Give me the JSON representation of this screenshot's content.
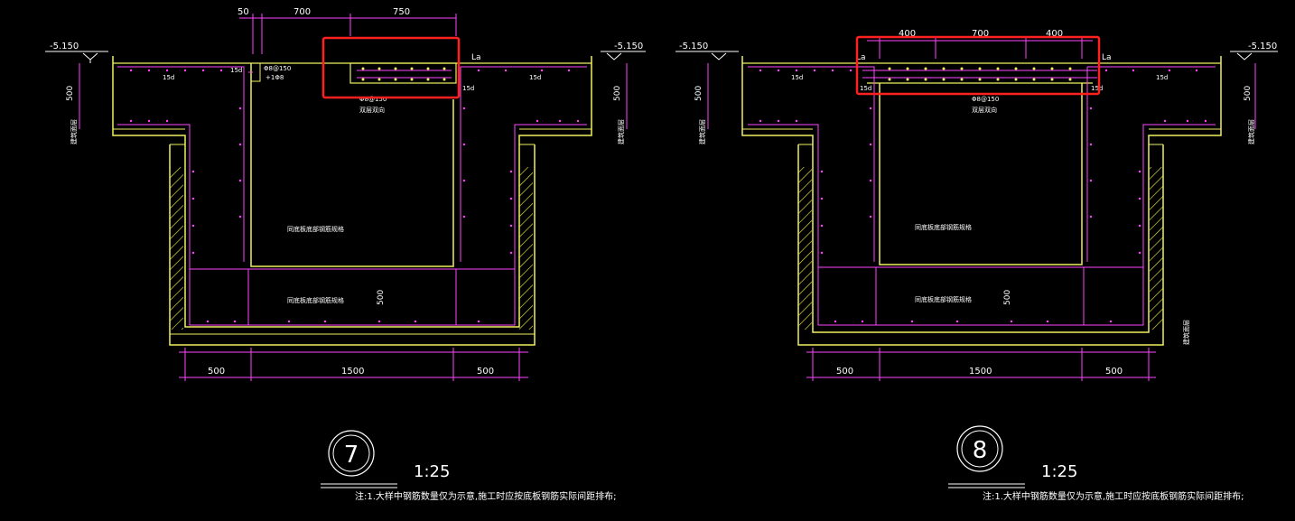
{
  "colors": {
    "background": "#000000",
    "structure_outline": "#f0f060",
    "rebar_and_dimensions": "#ff44ff",
    "dimension_text": "#ffffff",
    "hatch": "#e6e640",
    "highlight_box": "#ff2020"
  },
  "details": [
    {
      "id": "detail-7",
      "number": "7",
      "scale": "1:25",
      "note": "注:1.大样中钢筋数量仅为示意,施工时应按底板钢筋实际间距排布;",
      "top_dims": [
        "50",
        "700",
        "750"
      ],
      "left_elevation": "-5.150",
      "right_elevation": "-5.150",
      "slab_thickness": "500",
      "anchor_label": "La",
      "rebar_callout": "Φ8@150",
      "rebar_callout_2": "+1Φ8",
      "side_rebar_note": "双层双向",
      "hook_15d": "15d",
      "inner_rebar_note": "同底板底部钢筋规格",
      "pit_bottom_note": "同底板底部钢筋规格",
      "pit_depth": "500",
      "bottom_dims": [
        "500",
        "1500",
        "500"
      ],
      "level_text": "建筑面层"
    },
    {
      "id": "detail-8",
      "number": "8",
      "scale": "1:25",
      "note": "注:1.大样中钢筋数量仅为示意,施工时应按底板钢筋实际间距排布;",
      "top_dims": [
        "400",
        "700",
        "400"
      ],
      "left_elevation": "-5.150",
      "right_elevation": "-5.150",
      "slab_thickness": "500",
      "anchor_label": "La",
      "rebar_callout": "Φ8@150",
      "side_rebar_note": "双层双向",
      "hook_15d": "15d",
      "inner_rebar_note": "同底板底部钢筋规格",
      "pit_bottom_note": "同底板底部钢筋规格",
      "pit_depth": "500",
      "bottom_dims": [
        "500",
        "1500",
        "500"
      ],
      "level_text": "建筑面层"
    }
  ]
}
